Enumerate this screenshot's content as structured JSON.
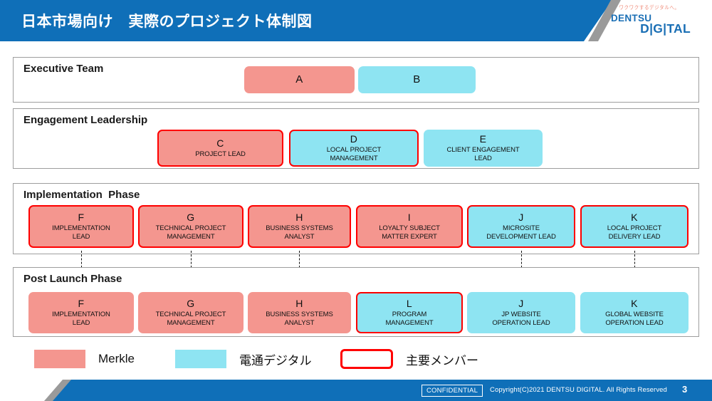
{
  "header": {
    "title": "日本市場向け　実際のプロジェクト体制図",
    "logo": {
      "tagline": "ワクワクするデジタルへ。",
      "line1": "DENTSU",
      "line2": "D|G|TAL"
    }
  },
  "sections": [
    {
      "id": "executive-team",
      "title": "Executive Team",
      "boxes": [
        {
          "letter": "A",
          "role": "",
          "color": "merkle",
          "key_member": false
        },
        {
          "letter": "B",
          "role": "",
          "color": "dentsu",
          "key_member": false
        }
      ]
    },
    {
      "id": "engagement-leadership",
      "title": "Engagement Leadership",
      "boxes": [
        {
          "letter": "C",
          "role": "PROJECT LEAD",
          "color": "merkle",
          "key_member": true
        },
        {
          "letter": "D",
          "role": "LOCAL PROJECT\nMANAGEMENT",
          "color": "dentsu",
          "key_member": true
        },
        {
          "letter": "E",
          "role": "CLIENT ENGAGEMENT\nLEAD",
          "color": "dentsu",
          "key_member": false
        }
      ]
    },
    {
      "id": "implementation-phase",
      "title": "Implementation  Phase",
      "boxes": [
        {
          "letter": "F",
          "role": "IMPLEMENTATION\nLEAD",
          "color": "merkle",
          "key_member": true
        },
        {
          "letter": "G",
          "role": "TECHNICAL PROJECT\nMANAGEMENT",
          "color": "merkle",
          "key_member": true
        },
        {
          "letter": "H",
          "role": "BUSINESS SYSTEMS\nANALYST",
          "color": "merkle",
          "key_member": true
        },
        {
          "letter": "I",
          "role": "LOYALTY SUBJECT\nMATTER EXPERT",
          "color": "merkle",
          "key_member": true
        },
        {
          "letter": "J",
          "role": "MICROSITE\nDEVELOPMENT LEAD",
          "color": "dentsu",
          "key_member": true
        },
        {
          "letter": "K",
          "role": "LOCAL PROJECT\nDELIVERY LEAD",
          "color": "dentsu",
          "key_member": true
        }
      ]
    },
    {
      "id": "post-launch-phase",
      "title": "Post Launch Phase",
      "boxes": [
        {
          "letter": "F",
          "role": "IMPLEMENTATION\nLEAD",
          "color": "merkle",
          "key_member": false
        },
        {
          "letter": "G",
          "role": "TECHNICAL PROJECT\nMANAGEMENT",
          "color": "merkle",
          "key_member": false
        },
        {
          "letter": "H",
          "role": "BUSINESS SYSTEMS\nANALYST",
          "color": "merkle",
          "key_member": false
        },
        {
          "letter": "L",
          "role": "PROGRAM\nMANAGEMENT",
          "color": "dentsu",
          "key_member": true
        },
        {
          "letter": "J",
          "role": "JP WEBSITE\nOPERATION LEAD",
          "color": "dentsu",
          "key_member": false
        },
        {
          "letter": "K",
          "role": "GLOBAL WEBSITE\nOPERATION LEAD",
          "color": "dentsu",
          "key_member": false
        }
      ]
    }
  ],
  "connectors": [
    {
      "column": 1,
      "from": "F",
      "to": "F"
    },
    {
      "column": 2,
      "from": "G",
      "to": "G"
    },
    {
      "column": 3,
      "from": "H",
      "to": "H"
    },
    {
      "column": 5,
      "from": "J",
      "to": "J"
    },
    {
      "column": 6,
      "from": "K",
      "to": "K"
    }
  ],
  "legend": [
    {
      "swatch": "merkle",
      "label": "Merkle"
    },
    {
      "swatch": "dentsu",
      "label": "電通デジタル"
    },
    {
      "swatch": "keyman",
      "label": "主要メンバー"
    }
  ],
  "footer": {
    "confidential": "CONFIDENTIAL",
    "copyright": "Copyright(C)2021 DENTSU DIGITAL. All Rights Reserved",
    "page_number": "3"
  },
  "colors": {
    "brand_blue": "#0f6fb8",
    "merkle_salmon": "#f4968f",
    "dentsu_cyan": "#8ee4f2",
    "key_member_red": "#ff0000"
  }
}
